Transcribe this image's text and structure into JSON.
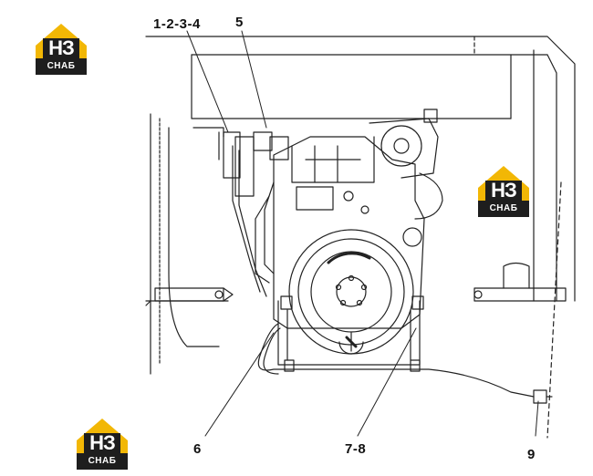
{
  "callouts": {
    "c1234": "1-2-3-4",
    "c5": "5",
    "c6": "6",
    "c78": "7-8",
    "c9": "9"
  },
  "watermark": {
    "brand_main": "НЗ",
    "brand_sub": "СНАБ",
    "accent_color": "#f2b705",
    "dark_color": "#1e1e1e"
  }
}
